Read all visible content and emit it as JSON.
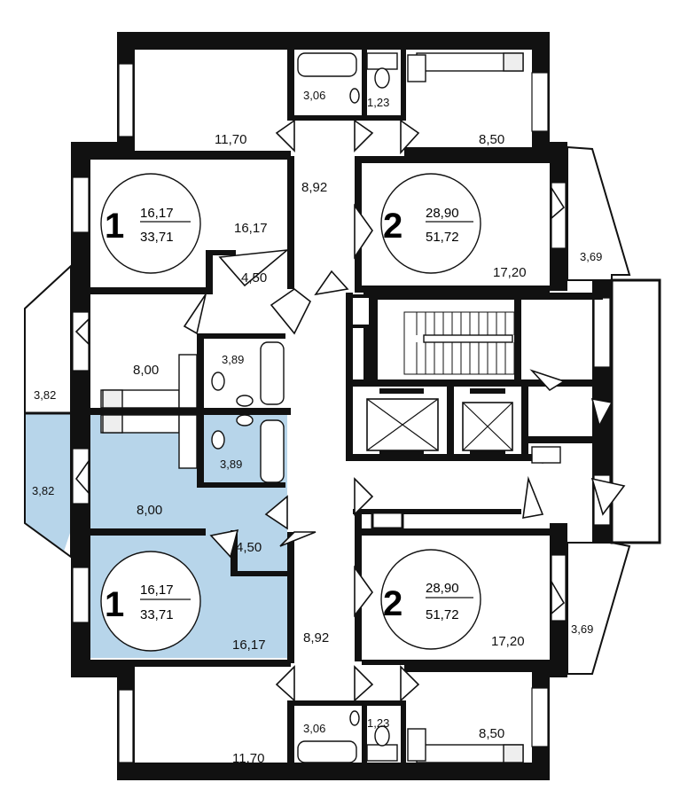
{
  "colors": {
    "highlight": "#b7d5ea",
    "wall": "#111111",
    "background": "#ffffff"
  },
  "apartments": [
    {
      "id": "top-left",
      "rooms": "1",
      "living": "16,17",
      "total": "33,71"
    },
    {
      "id": "top-right",
      "rooms": "2",
      "living": "28,90",
      "total": "51,72"
    },
    {
      "id": "bottom-left",
      "rooms": "1",
      "living": "16,17",
      "total": "33,71",
      "highlighted": true
    },
    {
      "id": "bottom-right",
      "rooms": "2",
      "living": "28,90",
      "total": "51,72"
    }
  ],
  "room_areas": {
    "top_room_left": "11,70",
    "top_bath": "3,06",
    "top_wc": "1,23",
    "top_kitchen_right": "8,50",
    "top_hall": "8,92",
    "top_room_1k": "16,17",
    "top_hall_1k": "4,50",
    "top_room_2k": "17,20",
    "top_loggia_right": "3,69",
    "top_kitchen_1k": "8,00",
    "top_bath_1k": "3,89",
    "top_loggia_left": "3,82",
    "bot_loggia_left": "3,82",
    "bot_bath_1k": "3,89",
    "bot_kitchen_1k": "8,00",
    "bot_hall_1k": "4,50",
    "bot_room_1k": "16,17",
    "bot_hall": "8,92",
    "bot_room_2k": "17,20",
    "bot_loggia_right": "3,69",
    "bot_bath": "3,06",
    "bot_wc": "1,23",
    "bot_kitchen_right": "8,50",
    "bot_room_left": "11,70"
  }
}
